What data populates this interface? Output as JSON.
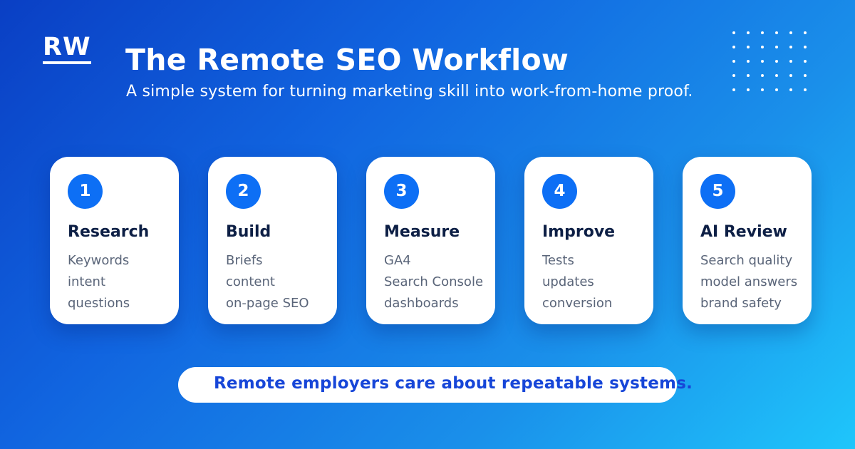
{
  "logo": {
    "text": "RW"
  },
  "header": {
    "title": "The Remote SEO Workflow",
    "subtitle": "A simple system for turning marketing skill into work-from-home proof."
  },
  "steps": [
    {
      "number": "1",
      "title": "Research",
      "lines": [
        "Keywords",
        "intent",
        "questions"
      ]
    },
    {
      "number": "2",
      "title": "Build",
      "lines": [
        "Briefs",
        "content",
        "on-page SEO"
      ]
    },
    {
      "number": "3",
      "title": "Measure",
      "lines": [
        "GA4",
        "Search Console",
        "dashboards"
      ]
    },
    {
      "number": "4",
      "title": "Improve",
      "lines": [
        "Tests",
        "updates",
        "conversion"
      ]
    },
    {
      "number": "5",
      "title": "AI Review",
      "lines": [
        "Search quality",
        "model answers",
        "brand safety"
      ]
    }
  ],
  "banner": {
    "text": "Remote employers care about repeatable systems."
  },
  "colors": {
    "accent": "#0d6ff5",
    "card_title": "#0d1f45",
    "card_text": "#5a6579",
    "banner_text": "#1746d8"
  }
}
